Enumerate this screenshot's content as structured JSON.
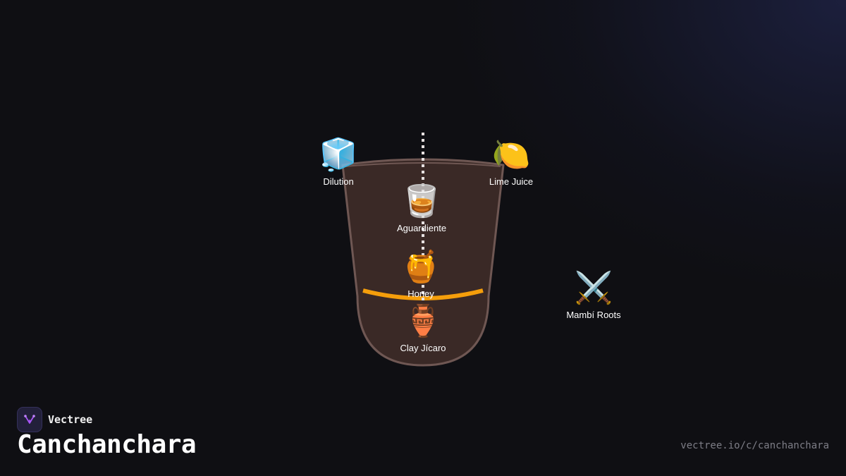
{
  "brand": {
    "name": "Vectree",
    "logo_icon": "tree-fork-icon"
  },
  "title": "Canchanchara",
  "url": "vectree.io/c/canchanchara",
  "colors": {
    "background": "#0f0f13",
    "glass_fill": "#3a2926",
    "glass_stroke": "#6f5753",
    "honey_line": "#f59e0b",
    "center_line": "#e6e0e0",
    "logo_accent": "#a855f7"
  },
  "ingredients": [
    {
      "id": "dilution",
      "label": "Dilution",
      "icon": "ice-cube-icon",
      "glyph": "🧊"
    },
    {
      "id": "lime",
      "label": "Lime Juice",
      "icon": "lemon-icon",
      "glyph": "🍋"
    },
    {
      "id": "aguardiente",
      "label": "Aguardiente",
      "icon": "tumbler-glass-icon",
      "glyph": "🥃"
    },
    {
      "id": "honey",
      "label": "Honey",
      "icon": "honey-pot-icon",
      "glyph": "🍯"
    },
    {
      "id": "jicaro",
      "label": "Clay Jícaro",
      "icon": "amphora-icon",
      "glyph": "🏺"
    },
    {
      "id": "mambi",
      "label": "Mambí Roots",
      "icon": "crossed-swords-icon",
      "glyph": "⚔️"
    }
  ]
}
